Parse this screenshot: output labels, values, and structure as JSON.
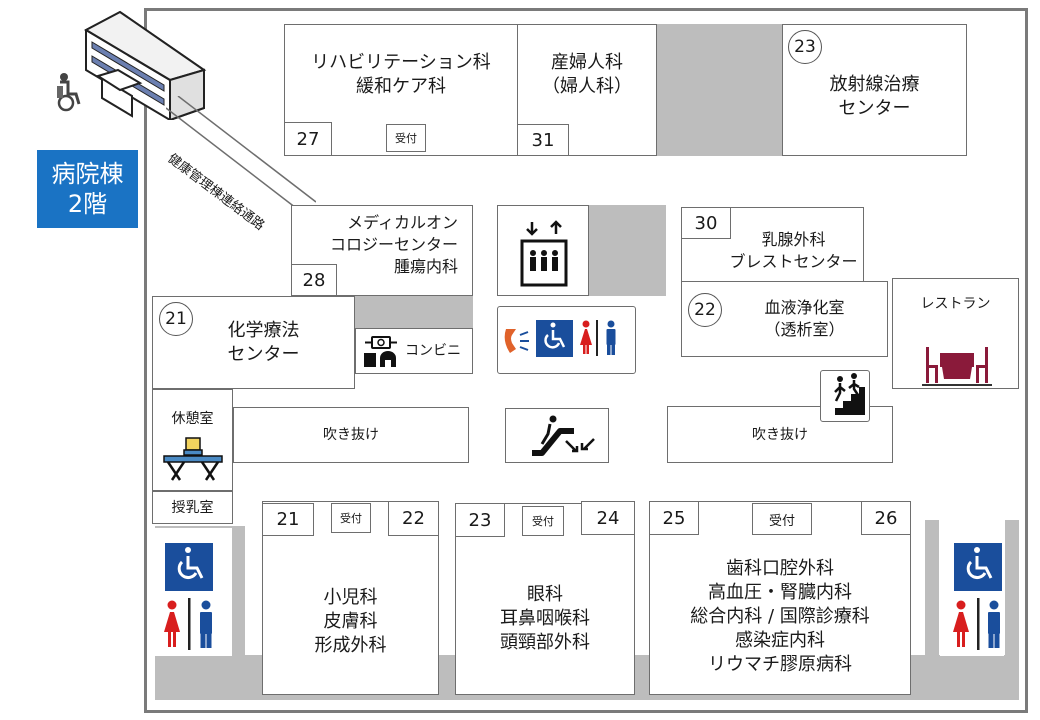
{
  "floor_badge": {
    "line1": "病院棟",
    "line2": "2階"
  },
  "corridor_label": "健康管理棟連絡通路",
  "rooms": {
    "rehab": {
      "line1": "リハビリテーション科",
      "line2": "緩和ケア科",
      "num": "27",
      "reception": "受付"
    },
    "obgyn": {
      "line1": "産婦人科",
      "line2": "（婦人科）",
      "num": "31"
    },
    "radiation": {
      "num": "23",
      "line1": "放射線治療",
      "line2": "センター"
    },
    "oncology": {
      "line1": "メディカルオン",
      "line2": "コロジーセンター",
      "line3": "腫瘍内科",
      "num": "28"
    },
    "breast": {
      "num": "30",
      "line1": "乳腺外科",
      "line2": "ブレストセンター"
    },
    "chemo": {
      "num": "21",
      "line1": "化学療法",
      "line2": "センター"
    },
    "convenience": {
      "label": "コンビニ"
    },
    "dialysis": {
      "num": "22",
      "line1": "血液浄化室",
      "line2": "（透析室）"
    },
    "restaurant": {
      "label": "レストラン"
    },
    "lounge": {
      "label": "休憩室"
    },
    "atrium_left": {
      "label": "吹き抜け"
    },
    "atrium_right": {
      "label": "吹き抜け"
    },
    "nursing": {
      "label": "授乳室"
    },
    "pediatrics": {
      "num_left": "21",
      "reception": "受付",
      "num_right": "22",
      "lines": [
        "小児科",
        "皮膚科",
        "形成外科"
      ]
    },
    "eye_ent": {
      "num_left": "23",
      "reception": "受付",
      "num_right": "24",
      "lines": [
        "眼科",
        "耳鼻咽喉科",
        "頭頸部外科"
      ]
    },
    "internal": {
      "num_left": "25",
      "reception": "受付",
      "num_right": "26",
      "lines": [
        "歯科口腔外科",
        "高血圧・腎臓内科",
        "総合内科 / 国際診療科",
        "感染症内科",
        "リウマチ膠原病科"
      ]
    }
  },
  "icons": [
    "building-icon",
    "wheelchair-person-icon",
    "elevator-icon",
    "phone-icon",
    "accessible-icon",
    "female-icon",
    "male-icon",
    "escalator-icon",
    "stairs-icon",
    "restaurant-table-icon",
    "bench-icon",
    "atm-icon",
    "store-icon"
  ],
  "colors": {
    "badge": "#1a73c4",
    "accessible": "#1a4e9c",
    "female": "#d81e1e",
    "male": "#1a4e9c",
    "phone": "#e0622a",
    "wall": "#6e6e6e",
    "gray_area": "#bdbdbd",
    "restaurant": "#8a1a3a"
  }
}
